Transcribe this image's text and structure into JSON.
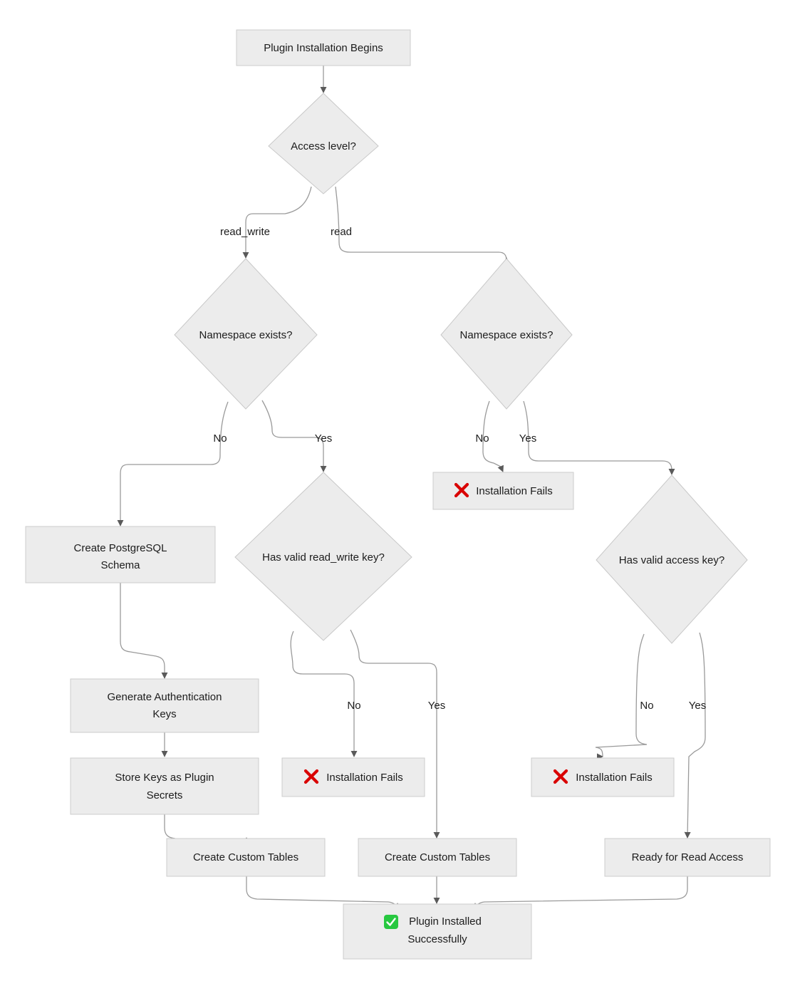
{
  "diagram": {
    "type": "flowchart",
    "direction": "top-down",
    "background": "#ffffff",
    "node_fill": "#ececec",
    "node_stroke": "#cccccc",
    "edge_stroke": "#9a9a9a",
    "text_color": "#1c1c1c",
    "fail_icon_color": "#d90000",
    "success_icon_color": "#27c840"
  },
  "nodes": [
    {
      "id": "start",
      "shape": "rect",
      "lines": [
        "Plugin Installation Begins"
      ]
    },
    {
      "id": "access",
      "shape": "diamond",
      "lines": [
        "Access level?"
      ]
    },
    {
      "id": "ns_rw",
      "shape": "diamond",
      "lines": [
        "Namespace exists?"
      ]
    },
    {
      "id": "ns_r",
      "shape": "diamond",
      "lines": [
        "Namespace exists?"
      ]
    },
    {
      "id": "fail_r_ns",
      "shape": "rect",
      "icon": "red-x",
      "lines": [
        "Installation Fails"
      ]
    },
    {
      "id": "create_schema",
      "shape": "rect",
      "lines": [
        "Create PostgreSQL",
        "Schema"
      ]
    },
    {
      "id": "key_rw",
      "shape": "diamond",
      "lines": [
        "Has valid read_write key?"
      ]
    },
    {
      "id": "key_r",
      "shape": "diamond",
      "lines": [
        "Has valid access key?"
      ]
    },
    {
      "id": "gen_keys",
      "shape": "rect",
      "lines": [
        "Generate Authentication",
        "Keys"
      ]
    },
    {
      "id": "fail_rw_key",
      "shape": "rect",
      "icon": "red-x",
      "lines": [
        "Installation Fails"
      ]
    },
    {
      "id": "fail_r_key",
      "shape": "rect",
      "icon": "red-x",
      "lines": [
        "Installation Fails"
      ]
    },
    {
      "id": "store_keys",
      "shape": "rect",
      "lines": [
        "Store Keys as Plugin",
        "Secrets"
      ]
    },
    {
      "id": "tables_left",
      "shape": "rect",
      "lines": [
        "Create Custom Tables"
      ]
    },
    {
      "id": "tables_mid",
      "shape": "rect",
      "lines": [
        "Create Custom Tables"
      ]
    },
    {
      "id": "ready_read",
      "shape": "rect",
      "lines": [
        "Ready for Read Access"
      ]
    },
    {
      "id": "success",
      "shape": "rect",
      "icon": "green-check",
      "lines": [
        "Plugin Installed",
        "Successfully"
      ]
    }
  ],
  "edges": [
    {
      "from": "start",
      "to": "access",
      "label": ""
    },
    {
      "from": "access",
      "to": "ns_rw",
      "label": "read_write"
    },
    {
      "from": "access",
      "to": "ns_r",
      "label": "read"
    },
    {
      "from": "ns_rw",
      "to": "create_schema",
      "label": "No"
    },
    {
      "from": "ns_rw",
      "to": "key_rw",
      "label": "Yes"
    },
    {
      "from": "ns_r",
      "to": "fail_r_ns",
      "label": "No"
    },
    {
      "from": "ns_r",
      "to": "key_r",
      "label": "Yes"
    },
    {
      "from": "create_schema",
      "to": "gen_keys",
      "label": ""
    },
    {
      "from": "gen_keys",
      "to": "store_keys",
      "label": ""
    },
    {
      "from": "store_keys",
      "to": "tables_left",
      "label": ""
    },
    {
      "from": "key_rw",
      "to": "fail_rw_key",
      "label": "No"
    },
    {
      "from": "key_rw",
      "to": "tables_mid",
      "label": "Yes"
    },
    {
      "from": "key_r",
      "to": "fail_r_key",
      "label": "No"
    },
    {
      "from": "key_r",
      "to": "ready_read",
      "label": "Yes"
    },
    {
      "from": "tables_left",
      "to": "success",
      "label": ""
    },
    {
      "from": "tables_mid",
      "to": "success",
      "label": ""
    },
    {
      "from": "ready_read",
      "to": "success",
      "label": ""
    }
  ],
  "labels": {
    "start": "Plugin Installation Begins",
    "access": "Access level?",
    "ns_rw": "Namespace exists?",
    "ns_r": "Namespace exists?",
    "fail_r_ns": "Installation Fails",
    "create_schema_1": "Create PostgreSQL",
    "create_schema_2": "Schema",
    "key_rw": "Has valid read_write key?",
    "key_r": "Has valid access key?",
    "gen_keys_1": "Generate Authentication",
    "gen_keys_2": "Keys",
    "fail_rw_key": "Installation Fails",
    "fail_r_key": "Installation Fails",
    "store_keys_1": "Store Keys as Plugin",
    "store_keys_2": "Secrets",
    "tables_left": "Create Custom Tables",
    "tables_mid": "Create Custom Tables",
    "ready_read": "Ready for Read Access",
    "success_1": "Plugin Installed",
    "success_2": "Successfully"
  },
  "edge_labels": {
    "read_write": "read_write",
    "read": "read",
    "ns_rw_no": "No",
    "ns_rw_yes": "Yes",
    "ns_r_no": "No",
    "ns_r_yes": "Yes",
    "key_rw_no": "No",
    "key_rw_yes": "Yes",
    "key_r_no": "No",
    "key_r_yes": "Yes"
  }
}
